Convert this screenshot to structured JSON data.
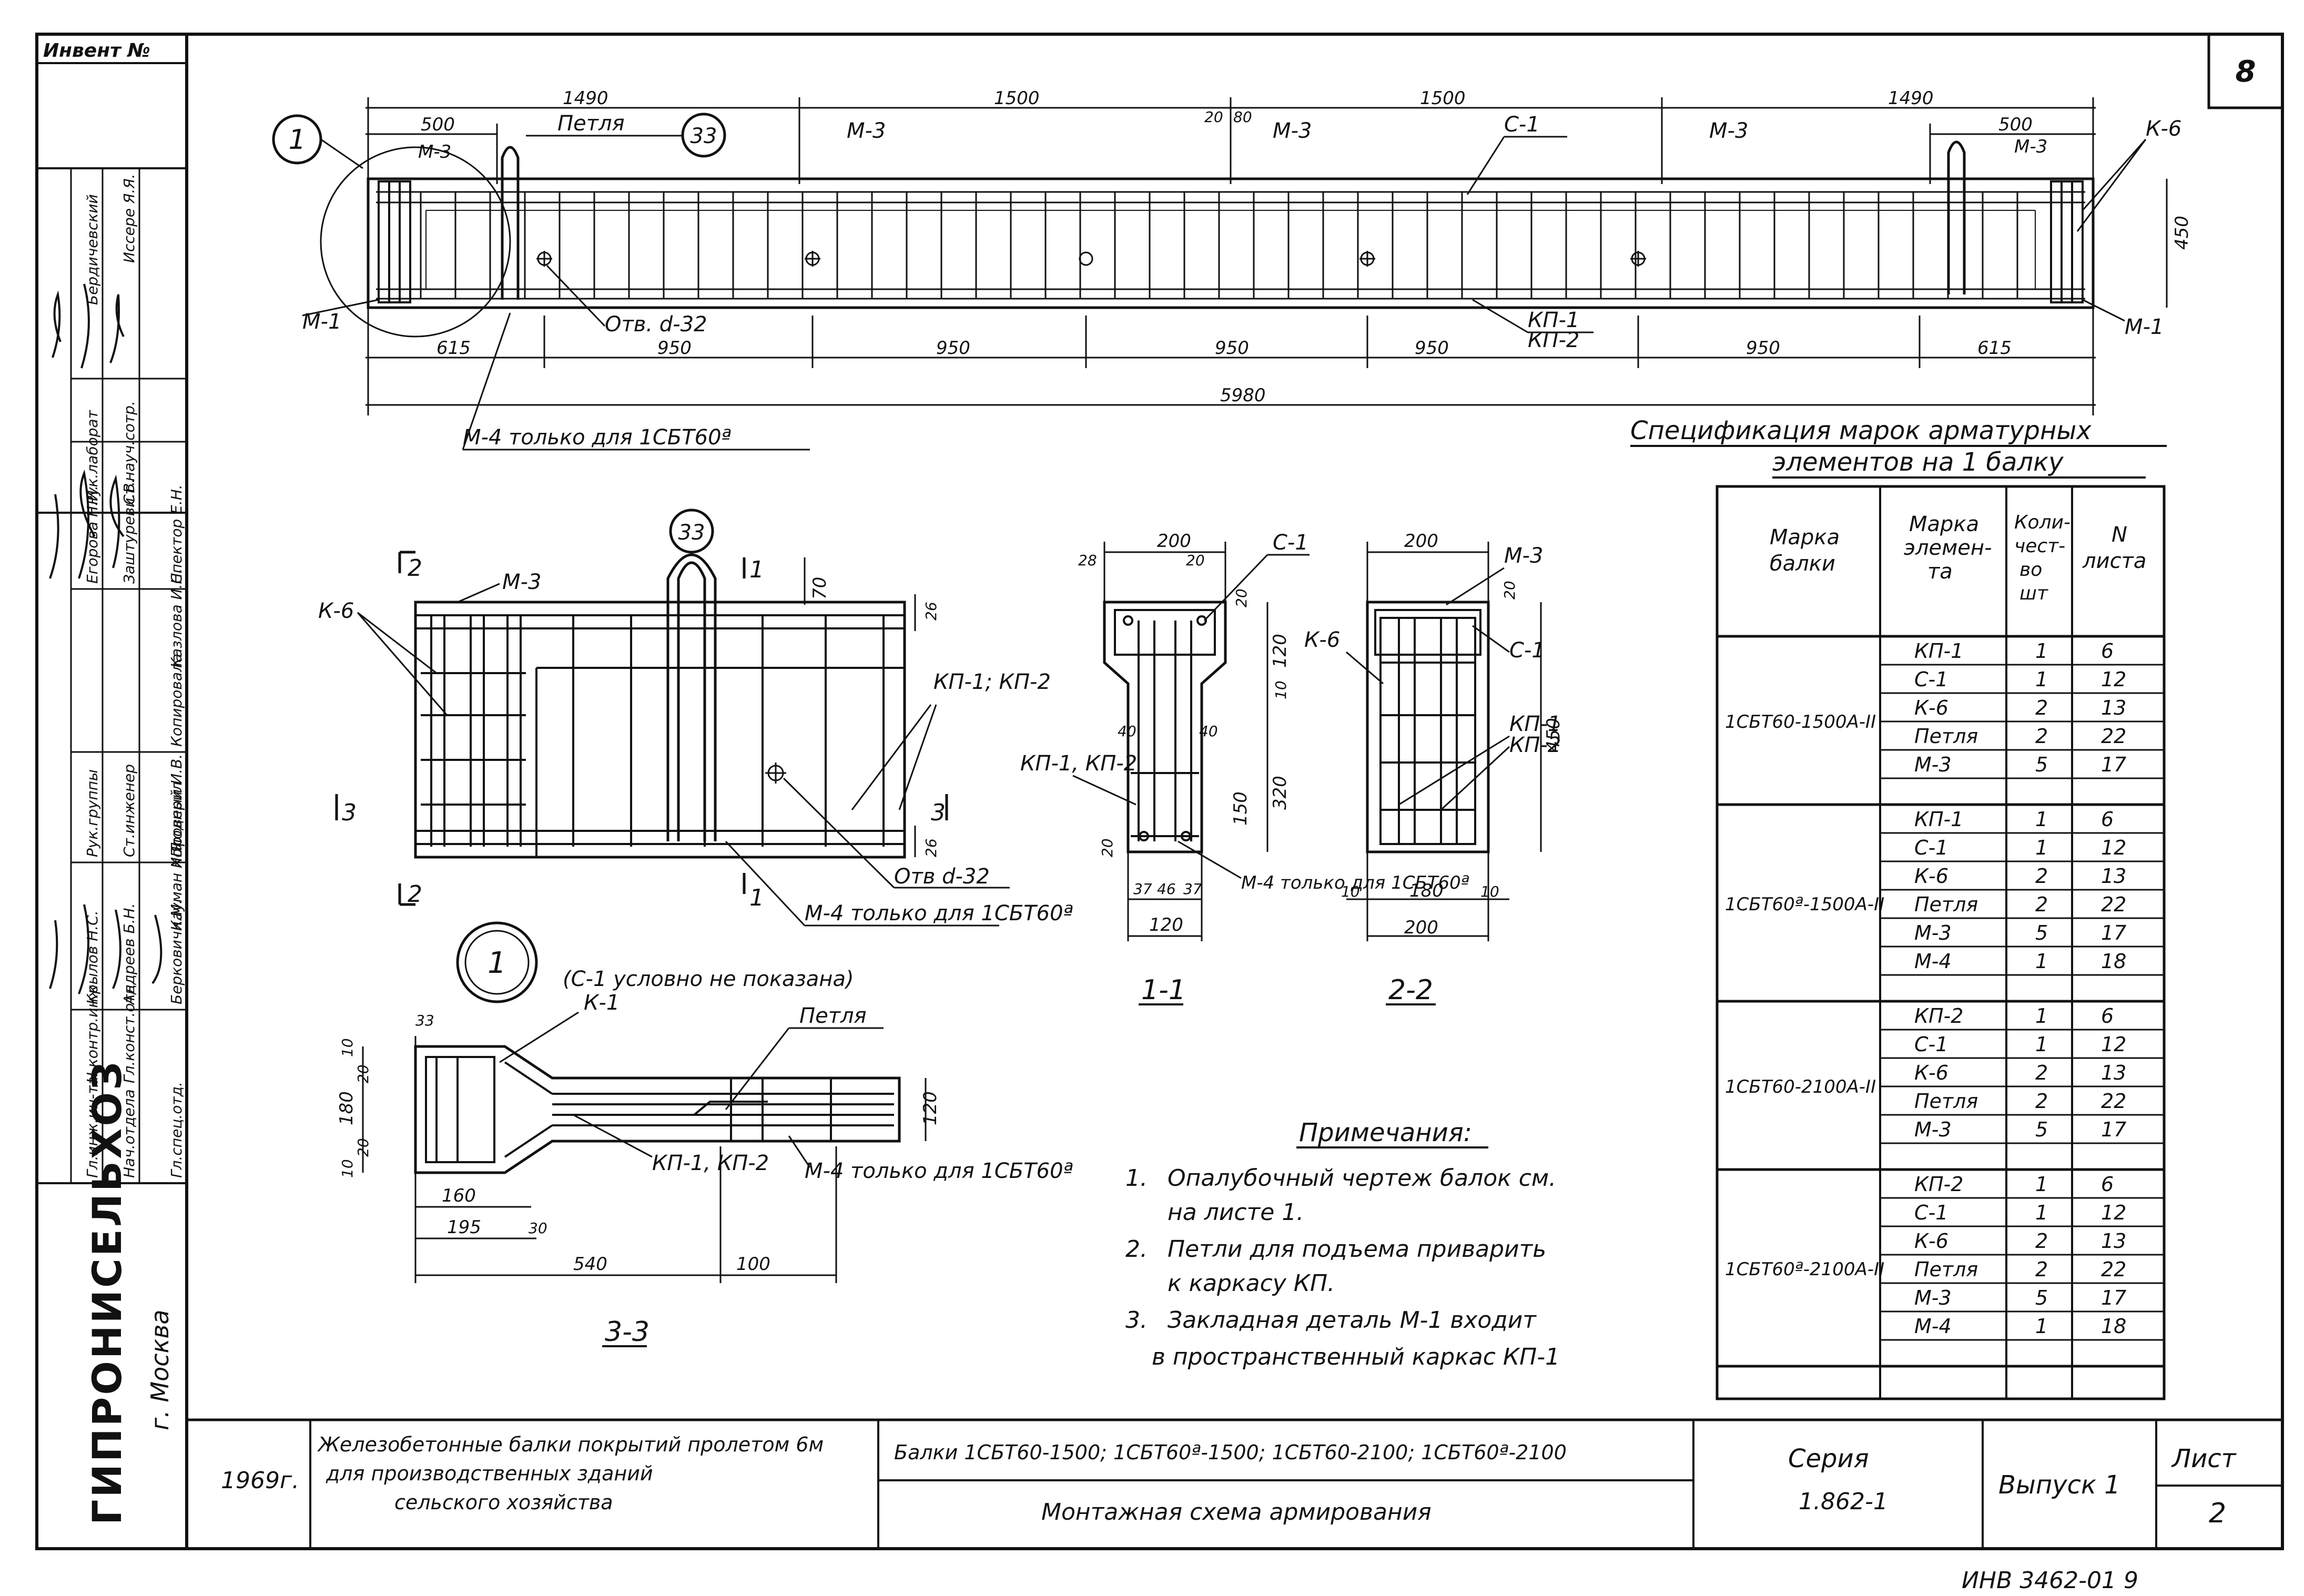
{
  "sheet_number": "8",
  "side_strip": {
    "inventory_label": "Инвент №",
    "org": "ГИПРОНИСЕЛЬХОЗ",
    "city": "г. Москва",
    "roles": [
      "Гл.инж.ин-та",
      "Н.контр.инж",
      "Нач.отдела",
      "Гл.конст.отд.",
      "Гл.спец.отд.",
      "Рук.группы",
      "Ст.инженер",
      "Проверил",
      "Копировала",
      "Рук.лаборат",
      "Ст.науч.сотр."
    ],
    "names": [
      "Крылов Н.С.",
      "Андреев Б.Н.",
      "Берковичи.М.",
      "Кауман Н.Я.",
      "Холодный И.В.",
      "Егорова Н.И.",
      "Заштуреви.В.",
      "Спектор Е.Н.",
      "Казлова И.Н.",
      "Бердичевский",
      "Иссере Я.Я."
    ]
  },
  "drawing": {
    "loop": "Петля",
    "opening": "Отв. d-32",
    "m4_note": "М-4 только для 1СБТ60ª",
    "callouts": {
      "c1": "1",
      "c33": "33"
    },
    "marks": {
      "m1": "М-1",
      "m3": "М-3",
      "c1": "С-1",
      "k6": "К-6",
      "kp1": "КП-1",
      "kp2": "КП-2",
      "kp12": "КП-1; КП-2"
    },
    "dims_top": [
      "1490",
      "1500",
      "1500",
      "1490",
      "500",
      "500",
      "20",
      "80",
      "450"
    ],
    "dims_bottom": [
      "615",
      "950",
      "950",
      "950",
      "950",
      "950",
      "615",
      "5980"
    ],
    "detail_1": {
      "marker": "1",
      "caption": "(С-1 условно не показана)",
      "dims": [
        "33",
        "10",
        "20",
        "180",
        "20",
        "10",
        "160",
        "195",
        "30",
        "540",
        "100",
        "120"
      ],
      "kp": "КП-1, КП-2",
      "k1": "К-1",
      "m4": "М-4 только для 1СБТ60ª"
    },
    "section_3_3": "3-3",
    "elevation": {
      "dims": [
        "70",
        "26",
        "26"
      ],
      "opening": "Отв d-32",
      "m4": "М-4 только для 1СБТ60ª",
      "kp": "КП-1; КП-2",
      "sections": [
        "1",
        "2",
        "3"
      ]
    },
    "section_1_1": {
      "label": "1-1",
      "dims": [
        "200",
        "28",
        "20",
        "20",
        "20",
        "120",
        "10",
        "40",
        "40",
        "320",
        "150",
        "20",
        "37",
        "46",
        "37",
        "120"
      ],
      "m4": "М-4 только для 1СБТ60ª",
      "kp": "КП-1, КП-2"
    },
    "section_2_2": {
      "label": "2-2",
      "dims": [
        "200",
        "20",
        "10",
        "180",
        "10",
        "200",
        "450"
      ]
    }
  },
  "spec": {
    "title_line1": "Спецификация марок арматурных",
    "title_line2": "элементов на 1 балку",
    "headers": [
      "Марка балки",
      "Марка элемен-та",
      "Коли-чест-во шт",
      "N листа"
    ],
    "groups": [
      {
        "beam": "1СБТ60-1500А-II",
        "rows": [
          [
            "КП-1",
            "1",
            "6"
          ],
          [
            "С-1",
            "1",
            "12"
          ],
          [
            "К-6",
            "2",
            "13"
          ],
          [
            "Петля",
            "2",
            "22"
          ],
          [
            "М-3",
            "5",
            "17"
          ]
        ]
      },
      {
        "beam": "1СБТ60ª-1500А-II",
        "rows": [
          [
            "КП-1",
            "1",
            "6"
          ],
          [
            "С-1",
            "1",
            "12"
          ],
          [
            "К-6",
            "2",
            "13"
          ],
          [
            "Петля",
            "2",
            "22"
          ],
          [
            "М-3",
            "5",
            "17"
          ],
          [
            "М-4",
            "1",
            "18"
          ]
        ]
      },
      {
        "beam": "1СБТ60-2100А-II",
        "rows": [
          [
            "КП-2",
            "1",
            "6"
          ],
          [
            "С-1",
            "1",
            "12"
          ],
          [
            "К-6",
            "2",
            "13"
          ],
          [
            "Петля",
            "2",
            "22"
          ],
          [
            "М-3",
            "5",
            "17"
          ]
        ]
      },
      {
        "beam": "1СБТ60ª-2100А-II",
        "rows": [
          [
            "КП-2",
            "1",
            "6"
          ],
          [
            "С-1",
            "1",
            "12"
          ],
          [
            "К-6",
            "2",
            "13"
          ],
          [
            "Петля",
            "2",
            "22"
          ],
          [
            "М-3",
            "5",
            "17"
          ],
          [
            "М-4",
            "1",
            "18"
          ]
        ]
      }
    ]
  },
  "notes": {
    "title": "Примечания:",
    "items": [
      {
        "n": "1.",
        "l1": "Опалубочный чертеж балок см.",
        "l2": "на листе 1."
      },
      {
        "n": "2.",
        "l1": "Петли для подъема приварить",
        "l2": "к каркасу КП."
      },
      {
        "n": "3.",
        "l1": "Закладная деталь М-1    входит",
        "l2": "в пространственный каркас КП-1"
      }
    ]
  },
  "title_block": {
    "year": "1969г.",
    "project_l1": "Железобетонные балки покрытий пролетом 6м",
    "project_l2": "для производственных зданий",
    "project_l3": "сельского хозяйства",
    "beams": "Балки 1СБТ60-1500; 1СБТ60ª-1500; 1СБТ60-2100; 1СБТ60ª-2100",
    "sheet_title": "Монтажная схема армирования",
    "series_label": "Серия",
    "series": "1.862-1",
    "issue": "Выпуск 1",
    "sheet_label": "Лист",
    "sheet": "2"
  },
  "stamp": "ИНВ 3462-01 9"
}
